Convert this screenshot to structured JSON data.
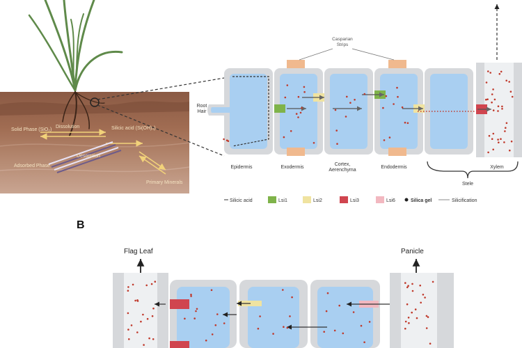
{
  "soil": {
    "solid_phase": "Solid Phase (SiO₂)",
    "dissolution": "Dissolution",
    "silicic_acid": "Silicic acid (Si(OH)₄)",
    "adsorbed_phase": "Adsorbed Phase",
    "desorption": "Desorption",
    "primary_minerals": "Primary Minerals"
  },
  "root": {
    "casparian_strips": [
      "Casparian",
      "Strips"
    ],
    "root_hair": [
      "Root",
      "Hair"
    ],
    "epidermis": "Epidermis",
    "exodermis": "Exodermis",
    "cortex": [
      "Cortex,",
      "Aerenchyma"
    ],
    "endodermis": "Endodermis",
    "xylem": "Xylem",
    "stele": "Stele"
  },
  "legend": {
    "silicic_acid": "Silicic acid",
    "lsi1": "Lsi1",
    "lsi2": "Lsi2",
    "lsi3": "Lsi3",
    "lsi6": "Lsi6",
    "silica_gel": "Silica gel",
    "silicification": "Silicification"
  },
  "panel_b": {
    "label": "B",
    "flag_leaf": "Flag Leaf",
    "panicle": "Panicle"
  },
  "colors": {
    "cell_fill": "#a9cff1",
    "cell_wall": "#d6d8db",
    "casparian": "#f0b98e",
    "lsi1": "#7fb34a",
    "lsi2": "#f0e3a0",
    "lsi3": "#d0454f",
    "lsi6": "#f2b8c0",
    "silicic_acid_dot": "#c0392b",
    "soil_top": "#8a5a44",
    "soil_bottom": "#b98f78"
  }
}
